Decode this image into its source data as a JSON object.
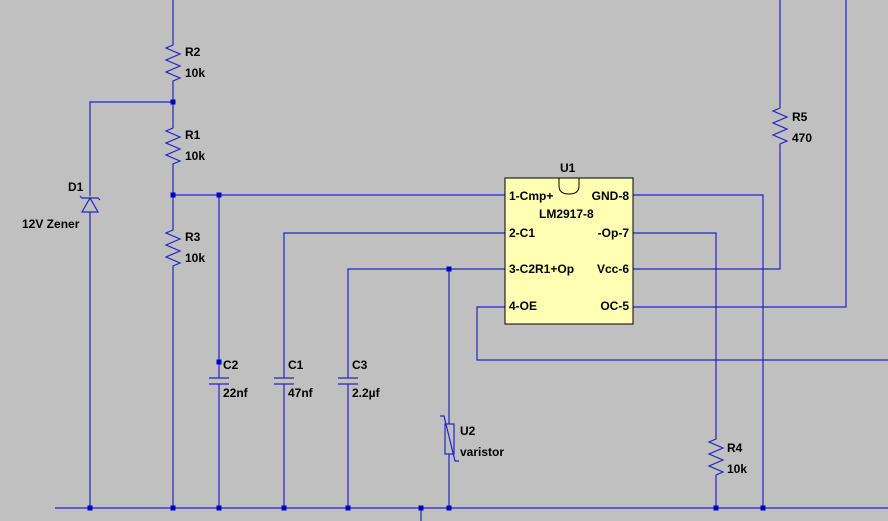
{
  "colors": {
    "background": "#c0c0c0",
    "wire": "#2323c8",
    "junction": "#0000c8",
    "chip_fill": "#ffffb4",
    "chip_border": "#000000",
    "text": "#000000"
  },
  "components": {
    "r2": {
      "name": "R2",
      "value": "10k"
    },
    "r1": {
      "name": "R1",
      "value": "10k"
    },
    "r3": {
      "name": "R3",
      "value": "10k"
    },
    "r5": {
      "name": "R5",
      "value": "470"
    },
    "r4": {
      "name": "R4",
      "value": "10k"
    },
    "d1": {
      "name": "D1",
      "value": "12V Zener"
    },
    "c2": {
      "name": "C2",
      "value": "22nf"
    },
    "c1": {
      "name": "C1",
      "value": "47nf"
    },
    "c3": {
      "name": "C3",
      "value": "2.2µf"
    },
    "u2": {
      "name": "U2",
      "value": "varistor"
    }
  },
  "ic": {
    "name": "U1",
    "part": "LM2917-8",
    "pins": {
      "p1": "1-Cmp+",
      "p2": "2-C1",
      "p3": "3-C2R1+Op",
      "p4": "4-OE",
      "p8": "GND-8",
      "p7": "-Op-7",
      "p6": "Vcc-6",
      "p5": "OC-5"
    }
  }
}
